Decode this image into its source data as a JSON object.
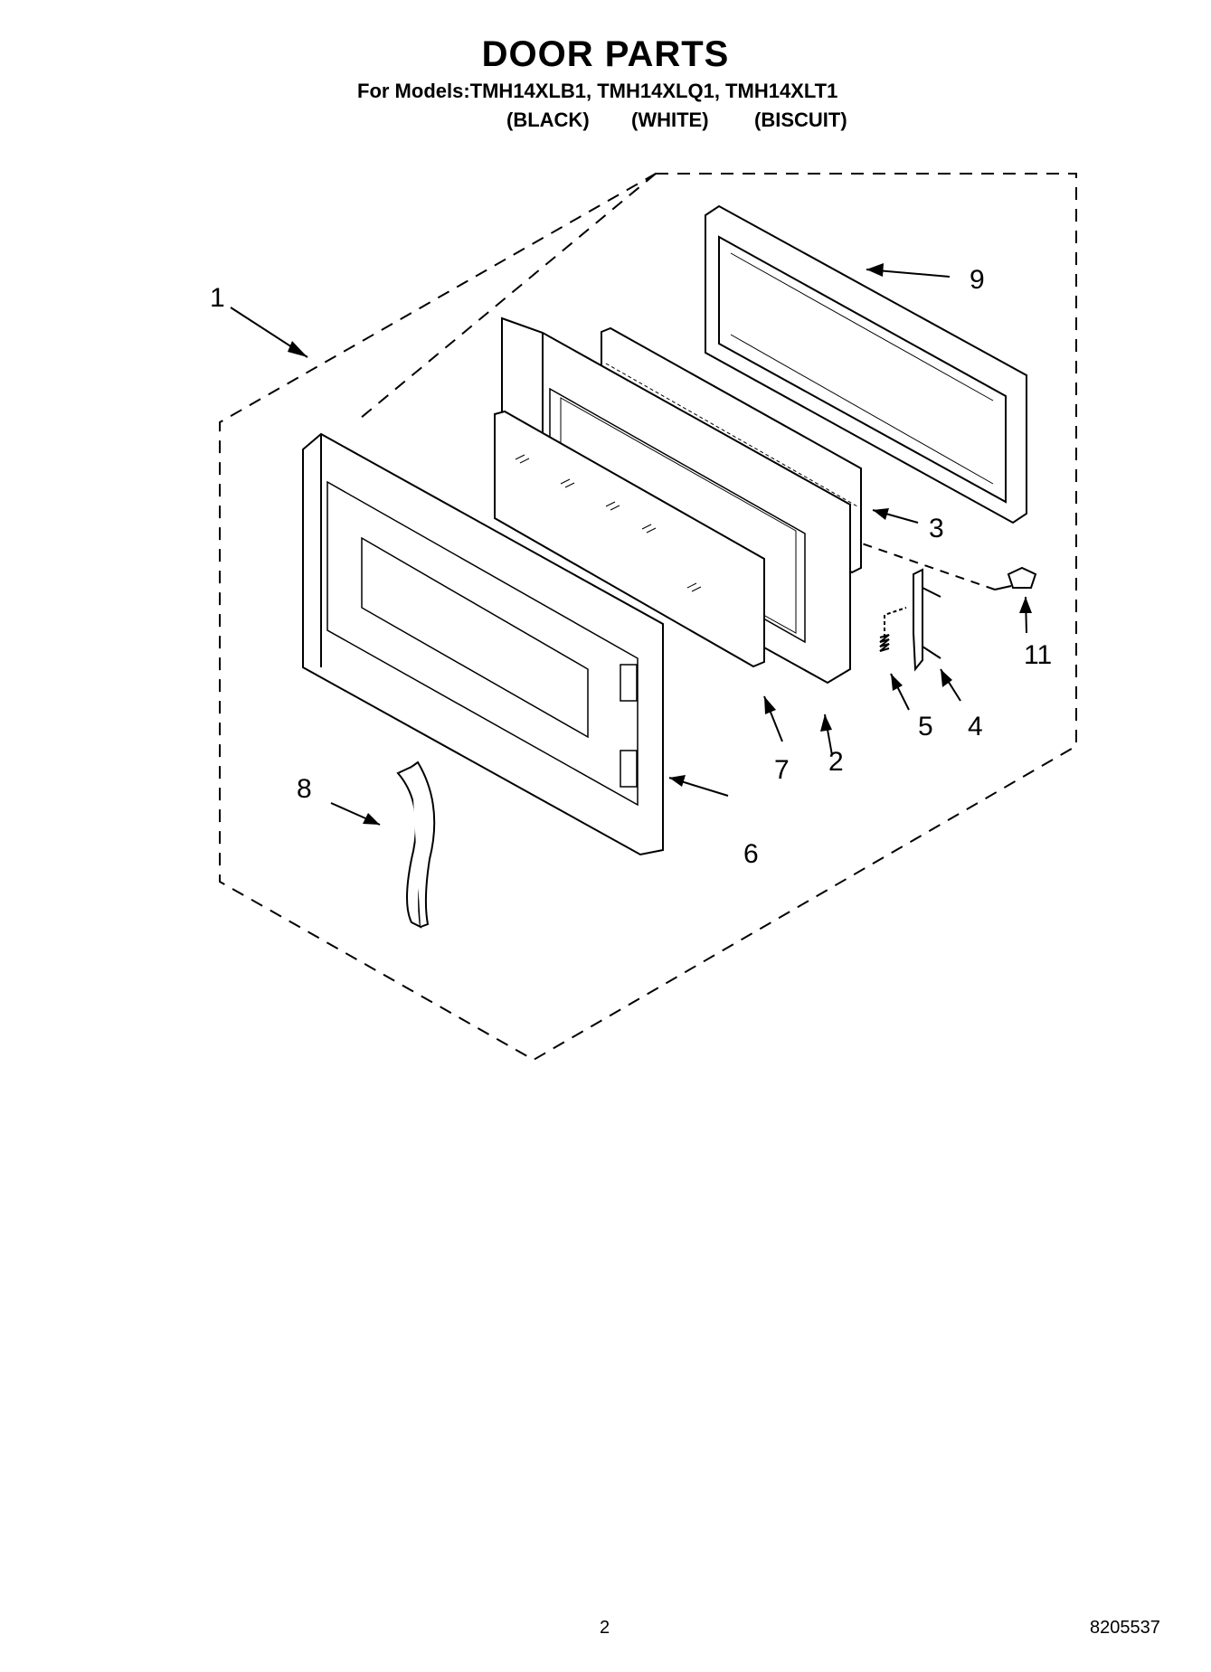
{
  "header": {
    "title": "DOOR PARTS",
    "models_line": "For Models:TMH14XLB1, TMH14XLQ1, TMH14XLT1",
    "colors": [
      "(BLACK)",
      "(WHITE)",
      "(BISCUIT)"
    ]
  },
  "callouts": [
    "1",
    "2",
    "3",
    "4",
    "5",
    "6",
    "7",
    "8",
    "9",
    "11"
  ],
  "footer": {
    "page_number": "2",
    "doc_number": "8205537"
  }
}
